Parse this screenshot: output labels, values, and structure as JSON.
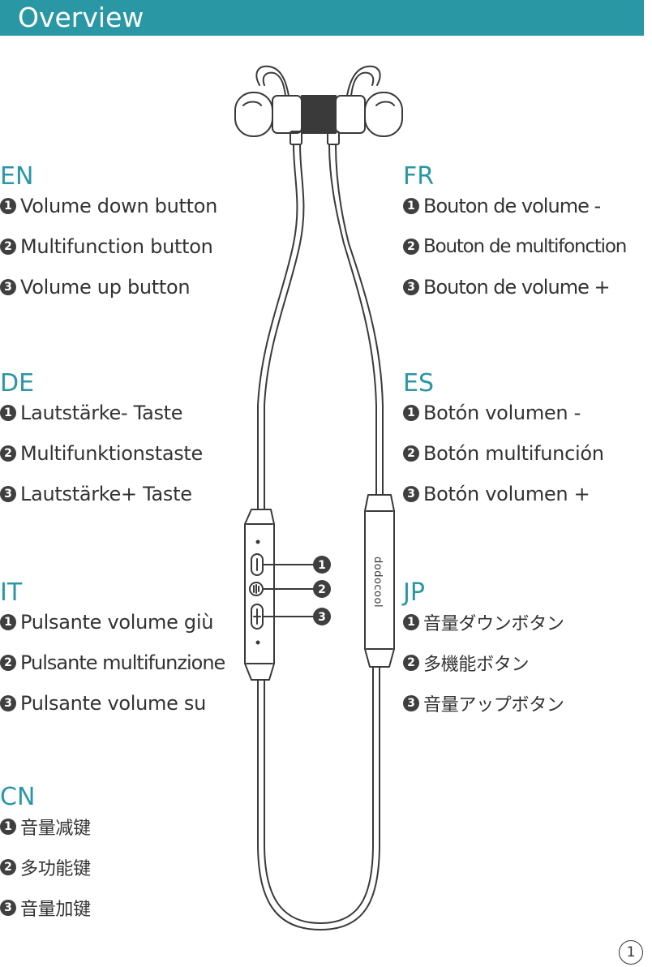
{
  "header": {
    "title": "Overview"
  },
  "languages": {
    "en": {
      "code": "EN",
      "items": [
        "Volume down button",
        "Multifunction button",
        "Volume up button"
      ]
    },
    "fr": {
      "code": "FR",
      "items": [
        "Bouton de volume -",
        "Bouton de multifonction",
        "Bouton de volume +"
      ]
    },
    "de": {
      "code": "DE",
      "items": [
        "Lautstärke- Taste",
        "Multifunktionstaste",
        "Lautstärke+ Taste"
      ]
    },
    "es": {
      "code": "ES",
      "items": [
        "Botón volumen -",
        "Botón multifunción",
        "Botón volumen +"
      ]
    },
    "it": {
      "code": "IT",
      "items": [
        "Pulsante volume giù",
        "Pulsante multifunzione",
        "Pulsante volume su"
      ]
    },
    "jp": {
      "code": "JP",
      "items": [
        "音量ダウンボタン",
        "多機能ボタン",
        "音量アップボタン"
      ]
    },
    "cn": {
      "code": "CN",
      "items": [
        "音量减键",
        "多功能键",
        "音量加键"
      ]
    }
  },
  "markers": [
    "1",
    "2",
    "3"
  ],
  "callouts": [
    "1",
    "2",
    "3"
  ],
  "brand": "dodocool",
  "page_number": "1",
  "colors": {
    "accent": "#2a97a4",
    "line": "#3a3a3a"
  }
}
